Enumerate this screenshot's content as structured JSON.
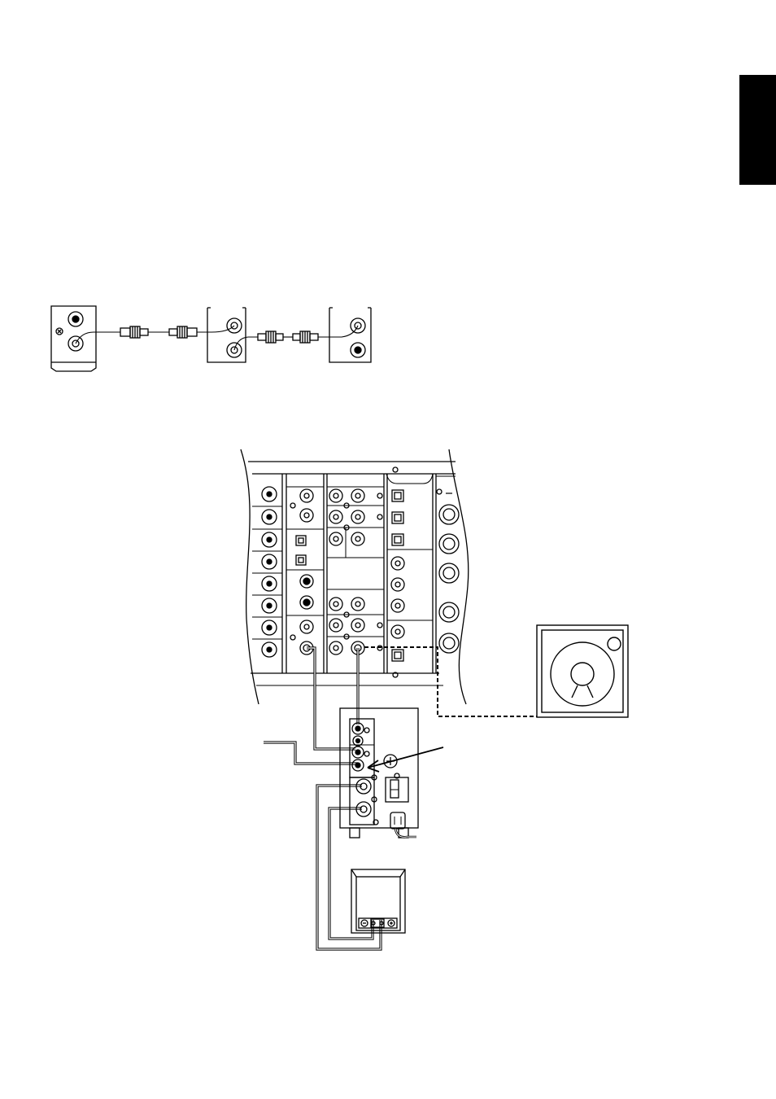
{
  "page": {
    "language_tab": "",
    "icons": {
      "tab": "language-tab-marker",
      "top_diagram": "cascade-cable-diagram",
      "main_diagram": "amplifier-rear-panel-diagram",
      "turntable": "turntable-icon",
      "subwoofer": "subwoofer-rear-panel-icon",
      "speaker": "speaker-icon"
    }
  }
}
